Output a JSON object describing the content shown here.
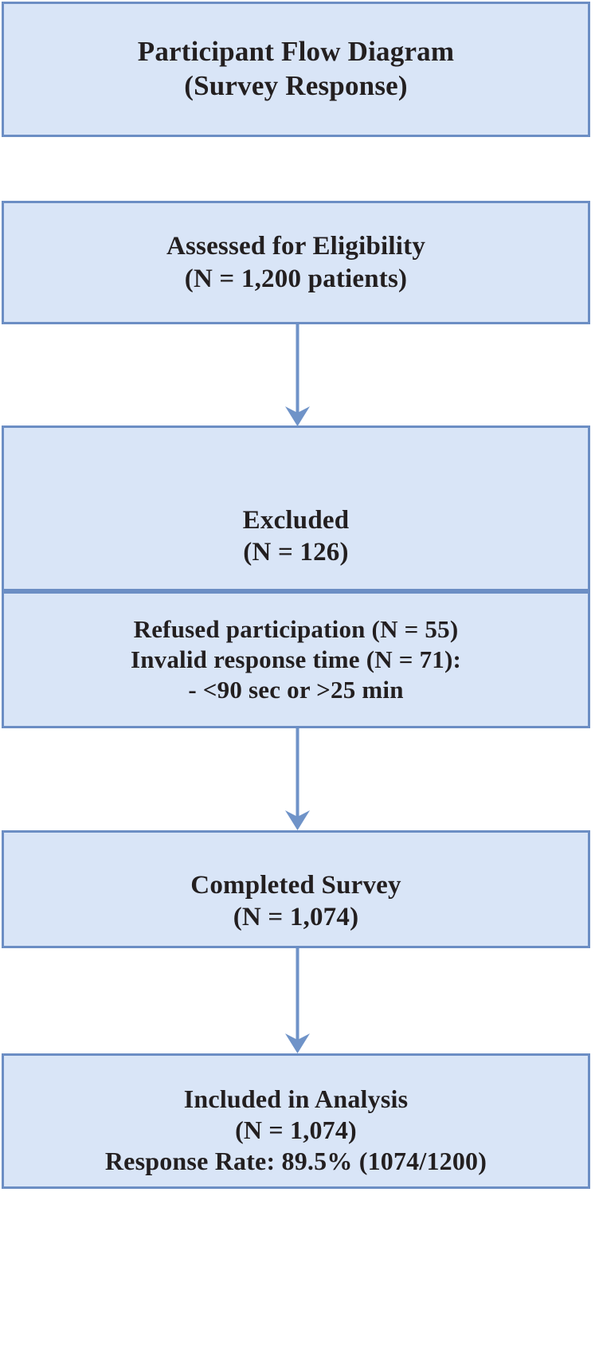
{
  "diagram": {
    "kind": "participant-flow-diagram",
    "colors": {
      "box_fill": "#d9e5f7",
      "box_border": "#6c8ec4",
      "arrow": "#6f93c8",
      "text": "#231f20",
      "background": "#ffffff"
    },
    "title_box": {
      "line1": "Participant Flow Diagram",
      "line2": "(Survey Response)"
    },
    "nodes": [
      {
        "id": "assessed",
        "line1": "Assessed for Eligibility",
        "line2": "(N = 1,200 patients)"
      },
      {
        "id": "excluded",
        "line1": "Excluded",
        "line2": "(N = 126)"
      },
      {
        "id": "excluded_reasons",
        "line1": "Refused participation (N = 55)",
        "line2": "Invalid response time (N = 71):",
        "line3": "- <90 sec or >25 min"
      },
      {
        "id": "completed",
        "line1": "Completed Survey",
        "line2": "(N = 1,074)"
      },
      {
        "id": "included",
        "line1": "Included in Analysis",
        "line2": "(N = 1,074)",
        "line3": "Response Rate: 89.5% (1074/1200)"
      }
    ],
    "connectors": [
      {
        "from": "assessed",
        "to": "excluded"
      },
      {
        "from": "excluded_reasons",
        "to": "completed"
      },
      {
        "from": "completed",
        "to": "included"
      }
    ]
  }
}
